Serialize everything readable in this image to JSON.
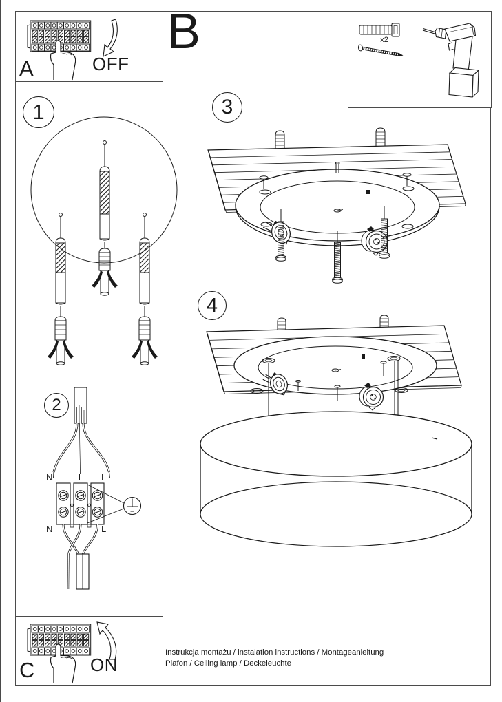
{
  "colors": {
    "ink": "#1a1a1a",
    "frame": "#4b4b4b",
    "paper": "#ffffff"
  },
  "power_off_step": {
    "label": "A",
    "state": "OFF"
  },
  "tools_step": {
    "label": "B",
    "anchor_quantity": "x2"
  },
  "power_on_step": {
    "label": "C",
    "state": "ON"
  },
  "steps": [
    {
      "number": "1"
    },
    {
      "number": "2"
    },
    {
      "number": "3"
    },
    {
      "number": "4"
    }
  ],
  "wiring_labels": {
    "top_neutral": "N",
    "top_live": "L",
    "bottom_neutral": "N",
    "bottom_live": "L"
  },
  "document": {
    "footer_line1": "Instrukcja montażu / instalation instructions / Montageanleitung",
    "footer_line2": "Plafon / Ceiling lamp / Deckeleuchte"
  }
}
